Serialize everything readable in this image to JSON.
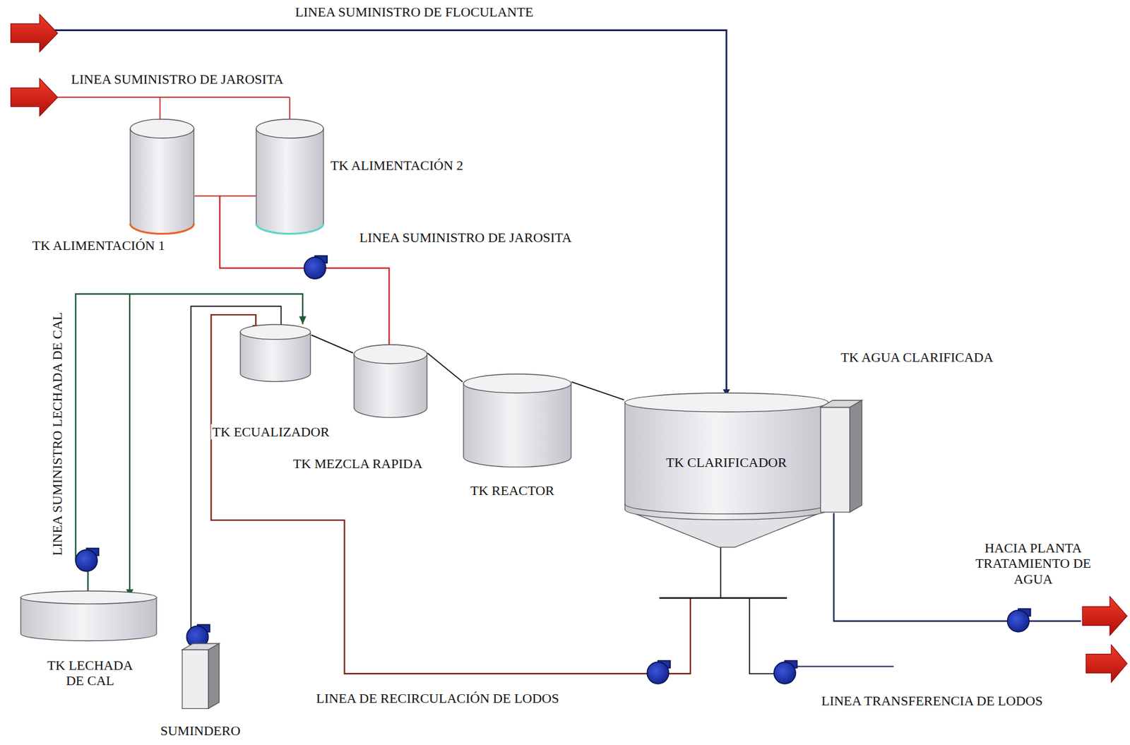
{
  "diagram": {
    "nodes": [
      {
        "text": [
          "TK ALIMENTACIÓN 1"
        ]
      },
      {
        "text": [
          "TK ALIMENTACIÓN 2"
        ]
      },
      {
        "text": [
          "TK ECUALIZADOR"
        ]
      },
      {
        "text": [
          "TK MEZCLA RAPIDA"
        ]
      },
      {
        "text": [
          "TK REACTOR"
        ]
      },
      {
        "text": [
          "TK CLARIFICADOR"
        ]
      },
      {
        "text": [
          "TK AGUA CLARIFICADA"
        ]
      },
      {
        "text": [
          "TK LECHADA DE CAL"
        ]
      },
      {
        "text": [
          "SUMINDERO"
        ]
      }
    ],
    "edges": [
      {
        "from": 0,
        "to": 3,
        "arrow": "to"
      },
      {
        "from": 1,
        "to": 3,
        "arrow": "to"
      },
      {
        "from": 7,
        "to": 2,
        "arrow": "to"
      },
      {
        "from": 8,
        "to": 2,
        "arrow": "to"
      },
      {
        "from": 5,
        "to": 2,
        "arrow": "to"
      },
      {
        "from": 2,
        "to": 3,
        "arrow": "none"
      },
      {
        "from": 3,
        "to": 4,
        "arrow": "none"
      },
      {
        "from": 4,
        "to": 5,
        "arrow": "none"
      }
    ],
    "labels": [
      "LINEA SUMINISTRO DE FLOCULANTE",
      "LINEA SUMINISTRO DE JAROSITA",
      "LINEA SUMINISTRO DE JAROSITA",
      "LINEA SUMINISTRO LECHADA DE CAL",
      "HACIA PLANTA TRATAMIENTO DE AGUA",
      "LINEA DE RECIRCULACIÓN DE LODOS",
      "LINEA TRANSFERENCIA DE LODOS"
    ]
  }
}
